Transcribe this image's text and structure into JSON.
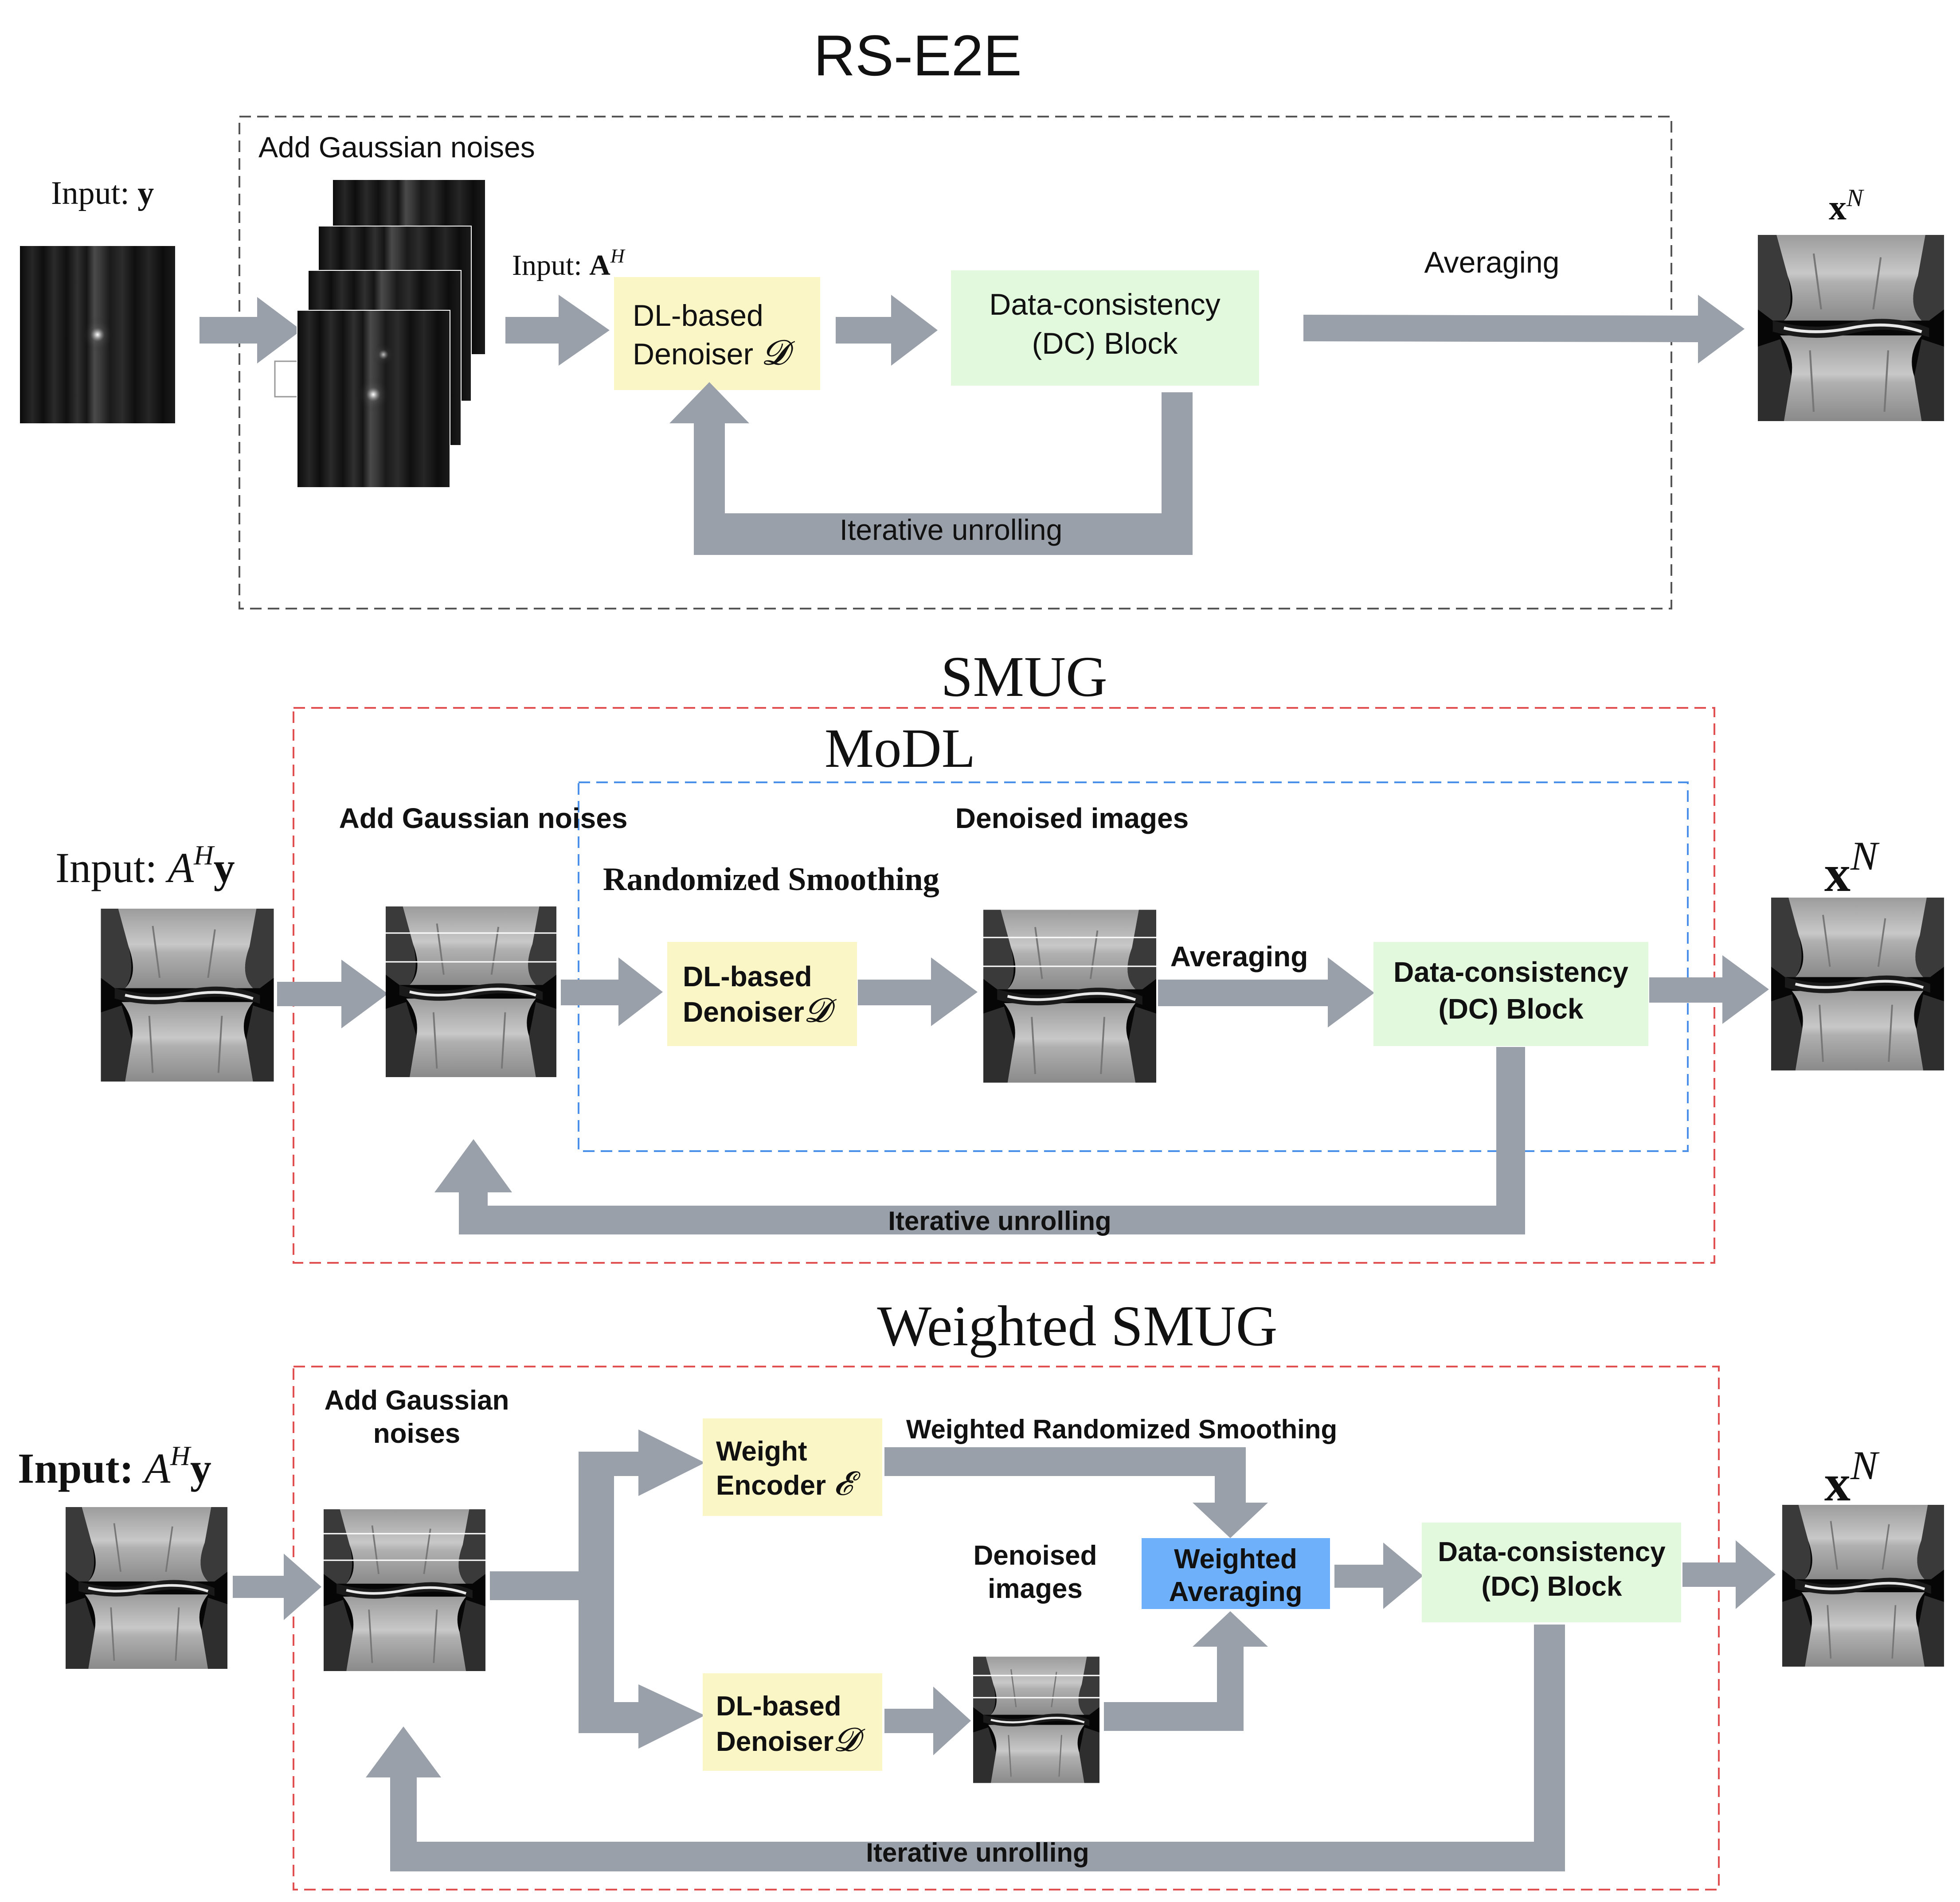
{
  "colors": {
    "arrow": "#9aa0a9",
    "denoiser_fill": "#fbf6c6",
    "dc_fill": "#e3f9de",
    "weighted_avg_fill": "#6fb0fa",
    "black_dashed": "#555555",
    "red_dashed": "#e05050",
    "blue_dashed": "#4a8fe8"
  },
  "panel1": {
    "title": "RS-E2E",
    "input_label_prefix": "Input: ",
    "input_label_var": "y",
    "noise_label": "Add Gaussian noises",
    "ah_label_prefix": "Input: ",
    "ah_label_var": "A",
    "ah_label_sup": "H",
    "denoiser_line1": "DL-based",
    "denoiser_line2": "Denoiser ",
    "denoiser_symbol": "𝓓",
    "dc_line1": "Data-consistency",
    "dc_line2": "(DC) Block",
    "averaging_label": "Averaging",
    "unrolling_label": "Iterative unrolling",
    "output_var": "x",
    "output_sup": "N"
  },
  "panel2": {
    "title": "SMUG",
    "subtitle": "MoDL",
    "input_label_prefix": "Input: ",
    "input_label_var": "A",
    "input_label_sup": "H",
    "input_label_vec": "y",
    "noise_label": "Add Gaussian noises",
    "denoised_label": "Denoised images",
    "rs_label": "Randomized Smoothing",
    "denoiser_line1": "DL-based",
    "denoiser_line2": "Denoiser",
    "denoiser_symbol": "𝓓",
    "averaging_label": "Averaging",
    "dc_line1": "Data-consistency",
    "dc_line2": "(DC) Block",
    "unrolling_label": "Iterative unrolling",
    "output_var": "x",
    "output_sup": "N"
  },
  "panel3": {
    "title": "Weighted SMUG",
    "input_label_prefix": "Input: ",
    "input_label_var": "A",
    "input_label_sup": "H",
    "input_label_vec": "y",
    "noise_label_line1": "Add Gaussian",
    "noise_label_line2": "noises",
    "encoder_line1": "Weight",
    "encoder_line2": "Encoder ",
    "encoder_symbol": "𝓔",
    "wrs_label": "Weighted Randomized Smoothing",
    "denoised_line1": "Denoised",
    "denoised_line2": "images",
    "weighted_avg_line1": "Weighted",
    "weighted_avg_line2": "Averaging",
    "denoiser_line1": "DL-based",
    "denoiser_line2": "Denoiser",
    "denoiser_symbol": "𝓓",
    "dc_line1": "Data-consistency",
    "dc_line2": "(DC) Block",
    "unrolling_label": "Iterative unrolling",
    "output_var": "x",
    "output_sup": "N"
  }
}
